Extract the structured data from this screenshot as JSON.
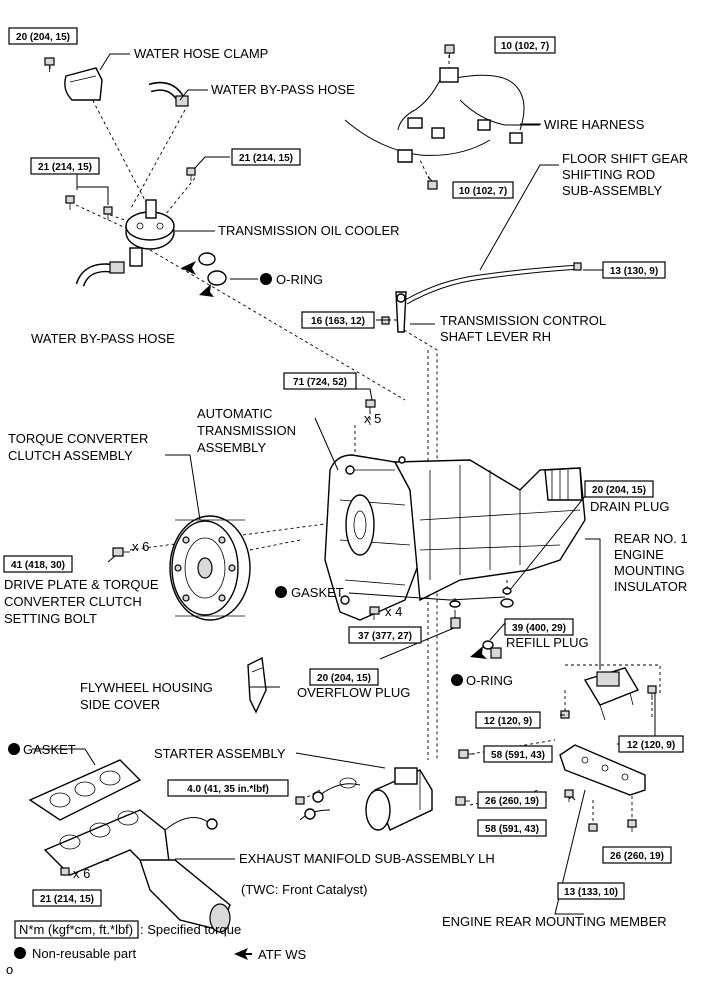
{
  "labels": {
    "water_hose_clamp": "WATER HOSE CLAMP",
    "water_bypass_hose_top": "WATER BY-PASS HOSE",
    "wire_harness": "WIRE HARNESS",
    "floor_shift_1": "FLOOR SHIFT GEAR",
    "floor_shift_2": "SHIFTING ROD",
    "floor_shift_3": "SUB-ASSEMBLY",
    "transmission_oil_cooler": "TRANSMISSION OIL COOLER",
    "o_ring_cooler": "O-RING",
    "water_bypass_hose_bottom": "WATER BY-PASS HOSE",
    "trans_control_1": "TRANSMISSION CONTROL",
    "trans_control_2": "SHAFT LEVER RH",
    "x5": "x 5",
    "auto_trans_1": "AUTOMATIC",
    "auto_trans_2": "TRANSMISSION",
    "auto_trans_3": "ASSEMBLY",
    "torque_conv_1": "TORQUE CONVERTER",
    "torque_conv_2": "CLUTCH ASSEMBLY",
    "x6_top": "x 6",
    "drive_plate_1": "DRIVE PLATE & TORQUE",
    "drive_plate_2": "CONVERTER CLUTCH",
    "drive_plate_3": "SETTING BOLT",
    "drain_plug": "DRAIN PLUG",
    "rear_no1_1": "REAR NO. 1",
    "rear_no1_2": "ENGINE",
    "rear_no1_3": "MOUNTING",
    "rear_no1_4": "INSULATOR",
    "gasket_mid": "GASKET",
    "x4": "x 4",
    "refill_plug": "REFILL PLUG",
    "o_ring_refill": "O-RING",
    "overflow_plug": "OVERFLOW PLUG",
    "flywheel_1": "FLYWHEEL HOUSING",
    "flywheel_2": "SIDE COVER",
    "gasket_exhaust": "GASKET",
    "starter_assembly": "STARTER ASSEMBLY",
    "x6_bottom": "x 6",
    "exhaust_manifold": "EXHAUST MANIFOLD SUB-ASSEMBLY LH",
    "twc": "(TWC: Front Catalyst)",
    "engine_rear_member": "ENGINE REAR MOUNTING MEMBER"
  },
  "torques": {
    "clamp_bolt": "20 (204, 15)",
    "harness_top": "10 (102, 7)",
    "harness_bottom": "10 (102, 7)",
    "cooler_left": "21 (214, 15)",
    "cooler_right": "21 (214, 15)",
    "shift_rod": "13 (130, 9)",
    "control_lever": "16 (163, 12)",
    "trans_bolts_top": "71 (724, 52)",
    "drain": "20 (204, 15)",
    "drive_plate": "41 (418, 30)",
    "trans_bolts_bottom": "37 (377, 27)",
    "refill": "39 (400, 29)",
    "overflow": "20 (204, 15)",
    "insulator_left": "12 (120, 9)",
    "insulator_right": "12 (120, 9)",
    "starter_top": "58 (591, 43)",
    "starter_bottom": "58 (591, 43)",
    "wire_nut": "4.0 (41, 35 in.*lbf)",
    "member_left": "26 (260, 19)",
    "member_right": "26 (260, 19)",
    "member_bottom": "13 (133, 10)",
    "exhaust": "21 (214, 15)"
  },
  "legend": {
    "spec_unit": "N*m (kgf*cm, ft.*lbf)",
    "spec_text": ": Specified torque",
    "non_reusable": "Non-reusable part",
    "atf": "ATF WS",
    "corner_mark": "o"
  }
}
